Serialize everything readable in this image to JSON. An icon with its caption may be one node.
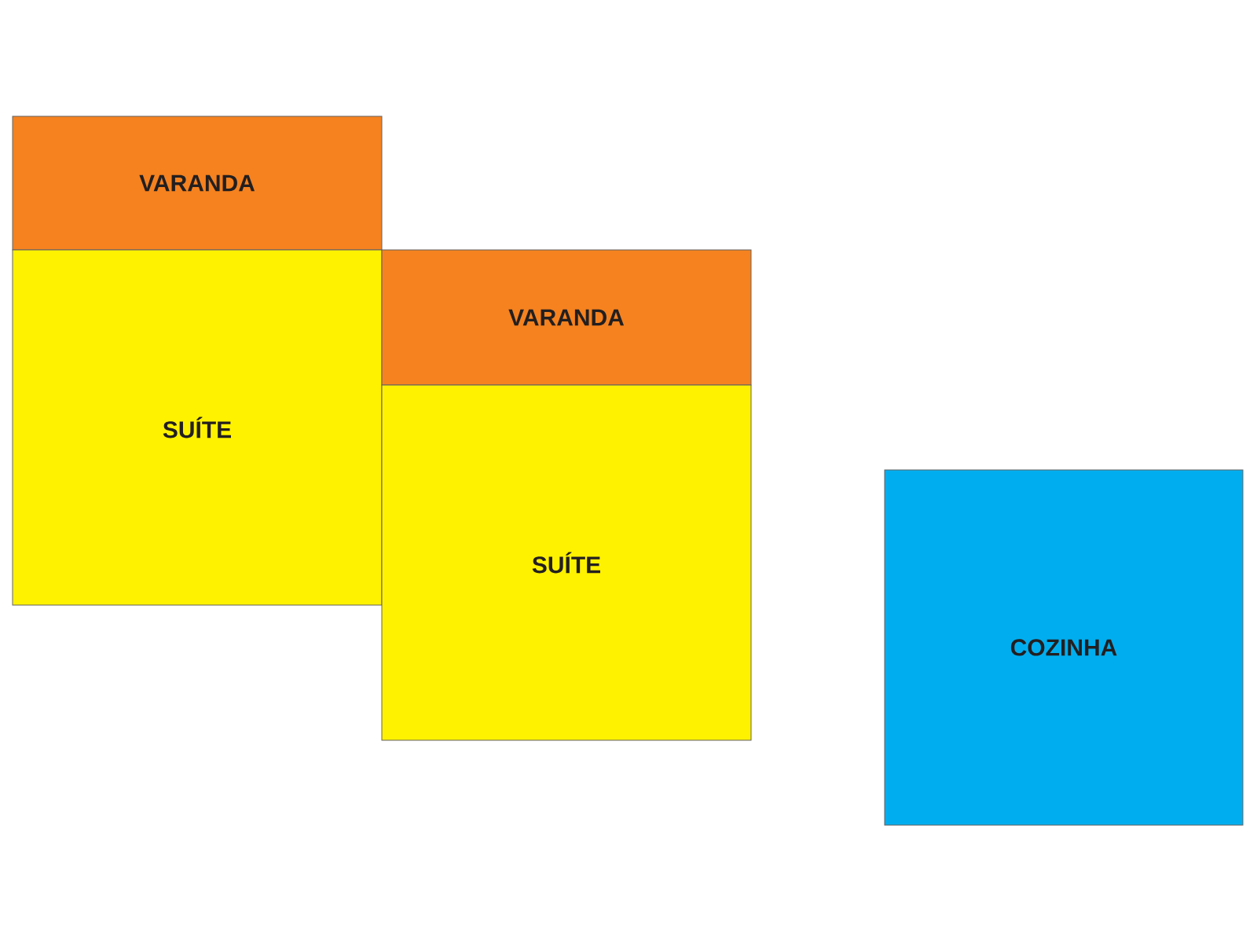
{
  "diagram": {
    "nodes": [
      {
        "text": [
          "VARANDA"
        ]
      },
      {
        "text": [
          "SUÍTE"
        ]
      },
      {
        "text": [
          "VARANDA"
        ]
      },
      {
        "text": [
          "SUÍTE"
        ]
      },
      {
        "text": [
          "COZINHA"
        ]
      }
    ]
  }
}
